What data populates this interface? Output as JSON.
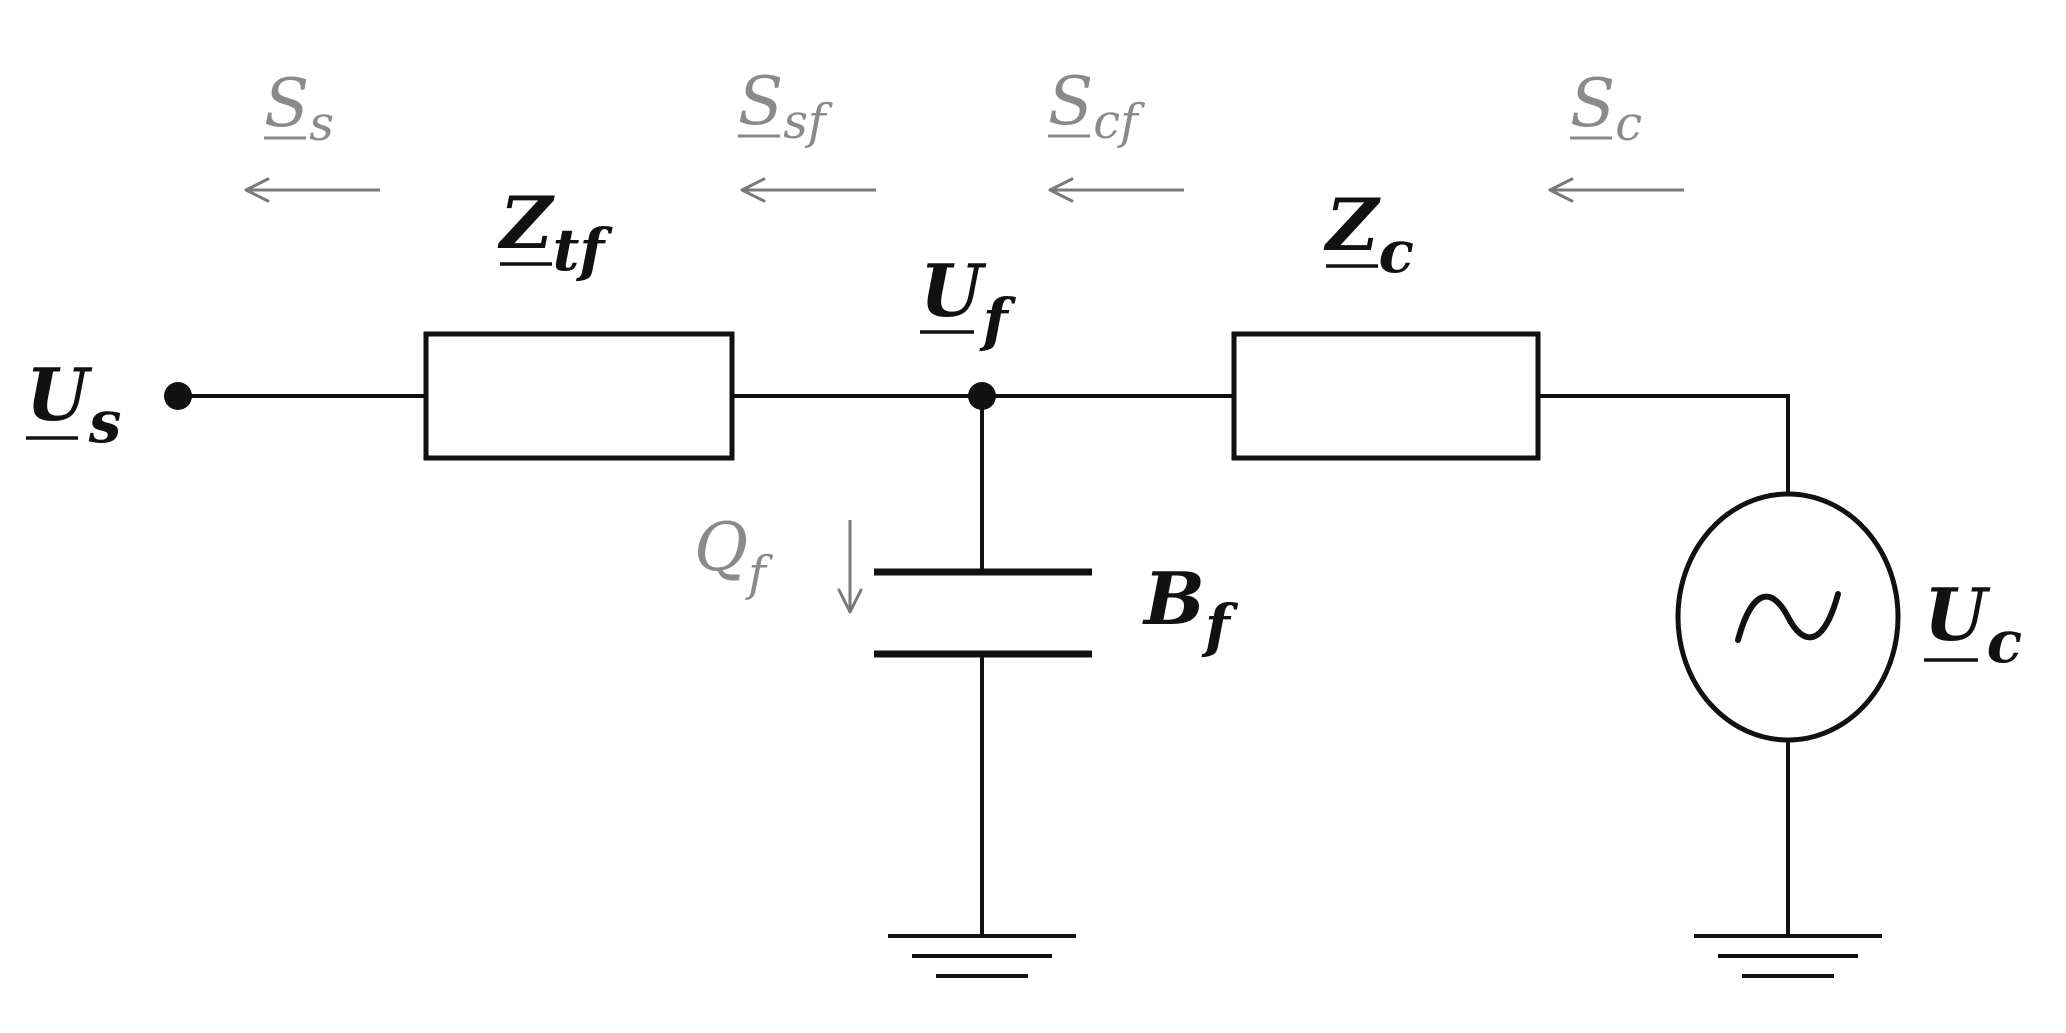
{
  "labels": {
    "Us": {
      "main": "U",
      "sub": "s"
    },
    "Ztf": {
      "main": "Z",
      "sub": "tf"
    },
    "Uf": {
      "main": "U",
      "sub": "f"
    },
    "Zc": {
      "main": "Z",
      "sub": "c"
    },
    "Bf": {
      "main": "B",
      "sub": "f"
    },
    "Uc": {
      "main": "U",
      "sub": "c"
    },
    "Qf": {
      "main": "Q",
      "sub": "f"
    },
    "Ss": {
      "main": "S",
      "sub": "s"
    },
    "Ssf": {
      "main": "S",
      "sub": "sf"
    },
    "Scf": {
      "main": "S",
      "sub": "cf"
    },
    "Sc": {
      "main": "S",
      "sub": "c"
    }
  },
  "icons": {
    "source": "ac-voltage-source-icon",
    "ground": "ground-icon",
    "capacitor": "capacitor-icon",
    "impedance": "impedance-icon",
    "arrow": "arrow-left-icon"
  },
  "colors": {
    "circuit": "#111111",
    "power_flow": "#8a8a8a"
  }
}
